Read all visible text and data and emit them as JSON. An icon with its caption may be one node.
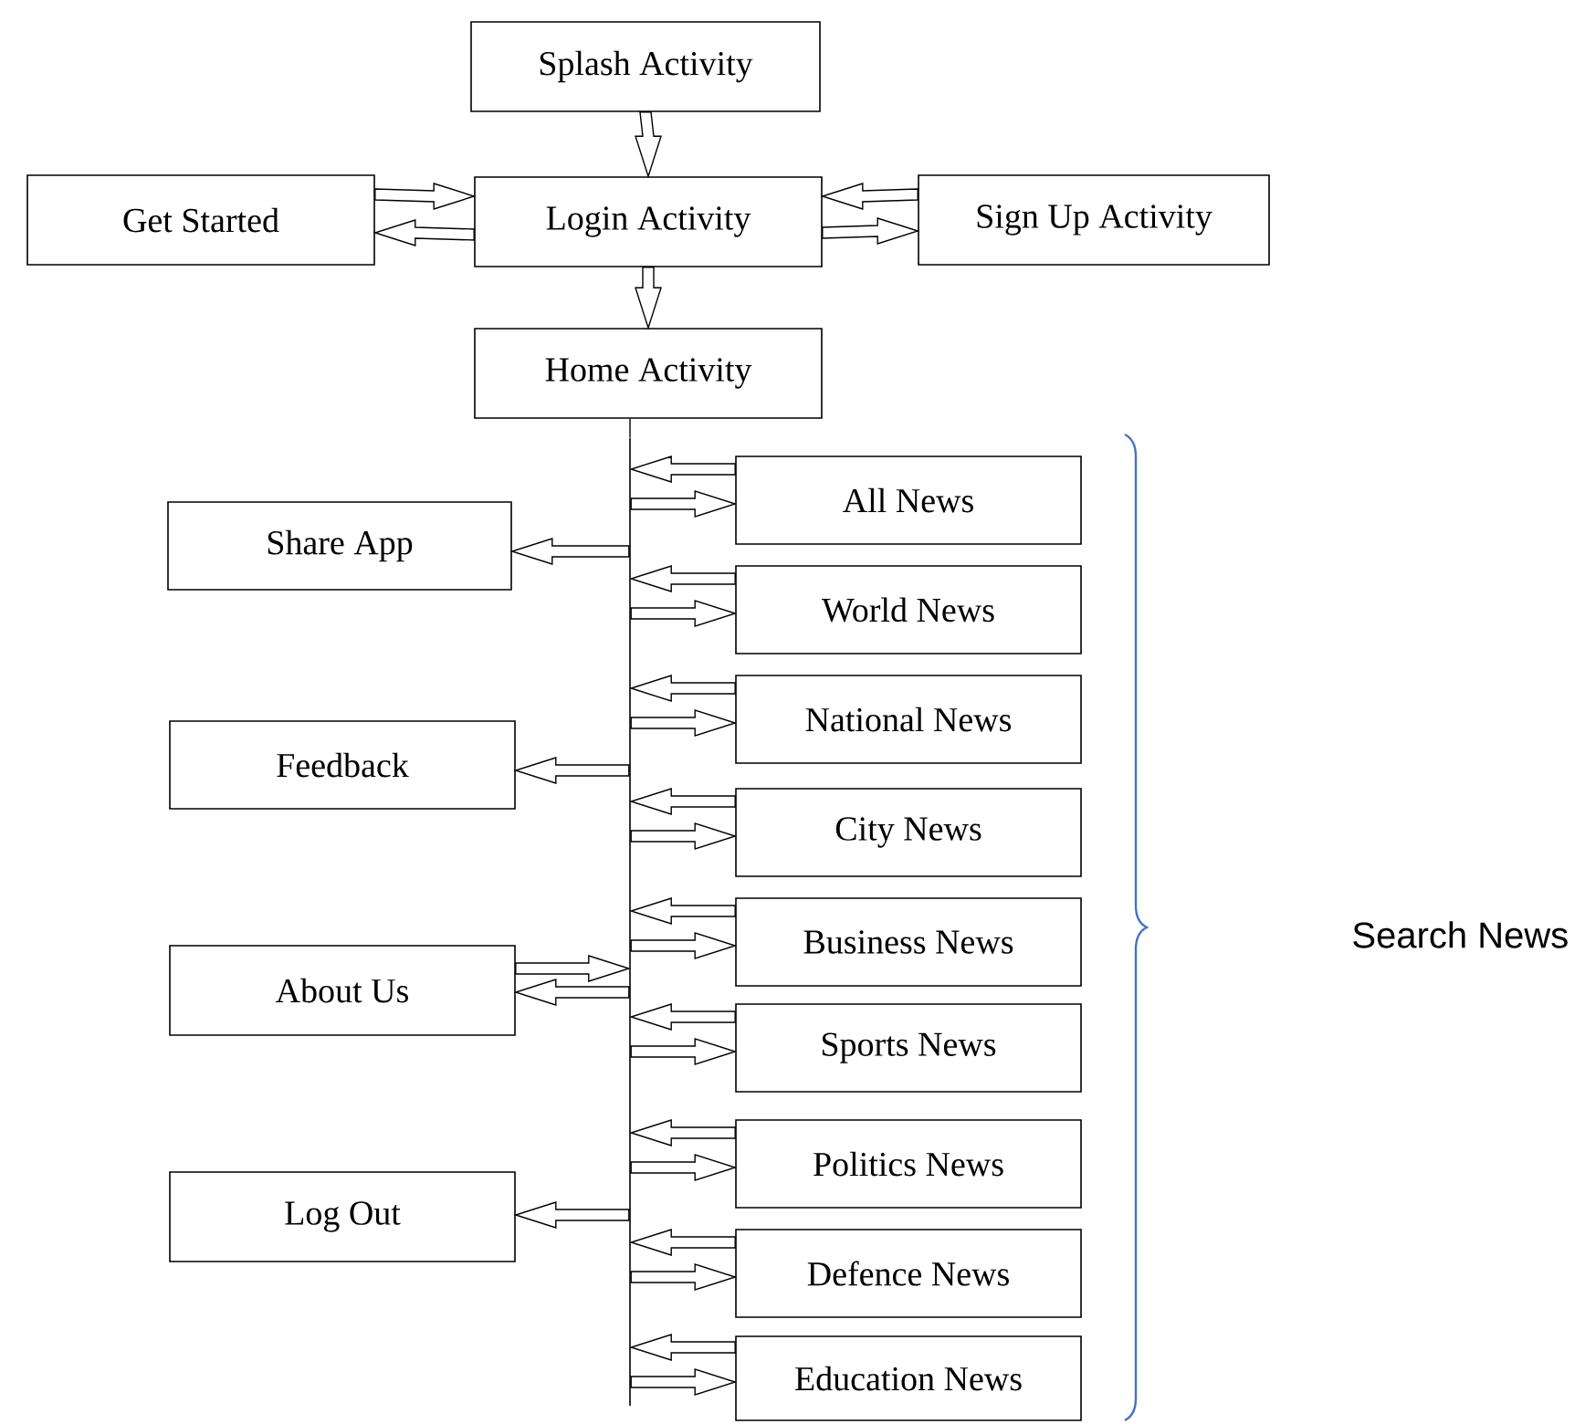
{
  "diagram": {
    "nodes": [
      {
        "text": [
          "Splash Activity"
        ]
      },
      {
        "text": [
          "Get Started"
        ]
      },
      {
        "text": [
          "Login Activity"
        ]
      },
      {
        "text": [
          "Sign Up Activity"
        ]
      },
      {
        "text": [
          "Home Activity"
        ]
      },
      {
        "text": [],
        "shape": "bar"
      },
      {
        "text": [
          "Share App"
        ]
      },
      {
        "text": [
          "All News"
        ]
      },
      {
        "text": [
          "World News"
        ]
      },
      {
        "text": [
          "National News"
        ]
      },
      {
        "text": [
          "Feedback"
        ]
      },
      {
        "text": [
          "City News"
        ]
      },
      {
        "text": [
          "Business News"
        ]
      },
      {
        "text": [
          "About Us"
        ]
      },
      {
        "text": [
          "Sports News"
        ]
      },
      {
        "text": [
          "Politics News"
        ]
      },
      {
        "text": [
          "Log Out"
        ]
      },
      {
        "text": [
          "Defence News"
        ]
      },
      {
        "text": [
          "Education News"
        ]
      }
    ],
    "edges": [
      {
        "from": 0,
        "to": 2,
        "arrow": "to"
      },
      {
        "from": 1,
        "to": 2,
        "arrow": "to"
      },
      {
        "from": 2,
        "to": 1,
        "arrow": "to"
      },
      {
        "from": 3,
        "to": 2,
        "arrow": "to"
      },
      {
        "from": 2,
        "to": 3,
        "arrow": "to"
      },
      {
        "from": 2,
        "to": 4,
        "arrow": "to"
      },
      {
        "from": 4,
        "to": 5,
        "arrow": "none"
      },
      {
        "from": 5,
        "to": 6,
        "arrow": "to"
      },
      {
        "from": 7,
        "to": 5,
        "arrow": "to"
      },
      {
        "from": 5,
        "to": 7,
        "arrow": "to"
      },
      {
        "from": 8,
        "to": 5,
        "arrow": "to"
      },
      {
        "from": 5,
        "to": 8,
        "arrow": "to"
      },
      {
        "from": 9,
        "to": 5,
        "arrow": "to"
      },
      {
        "from": 5,
        "to": 9,
        "arrow": "to"
      },
      {
        "from": 5,
        "to": 10,
        "arrow": "to"
      },
      {
        "from": 11,
        "to": 5,
        "arrow": "to"
      },
      {
        "from": 5,
        "to": 11,
        "arrow": "to"
      },
      {
        "from": 12,
        "to": 5,
        "arrow": "to"
      },
      {
        "from": 5,
        "to": 12,
        "arrow": "to"
      },
      {
        "from": 13,
        "to": 5,
        "arrow": "to"
      },
      {
        "from": 5,
        "to": 13,
        "arrow": "to"
      },
      {
        "from": 14,
        "to": 5,
        "arrow": "to"
      },
      {
        "from": 5,
        "to": 14,
        "arrow": "to"
      },
      {
        "from": 15,
        "to": 5,
        "arrow": "to"
      },
      {
        "from": 5,
        "to": 15,
        "arrow": "to"
      },
      {
        "from": 5,
        "to": 16,
        "arrow": "to"
      },
      {
        "from": 17,
        "to": 5,
        "arrow": "to"
      },
      {
        "from": 5,
        "to": 17,
        "arrow": "to"
      },
      {
        "from": 18,
        "to": 5,
        "arrow": "to"
      },
      {
        "from": 5,
        "to": 18,
        "arrow": "to"
      }
    ],
    "labels": [
      "Search News"
    ]
  }
}
